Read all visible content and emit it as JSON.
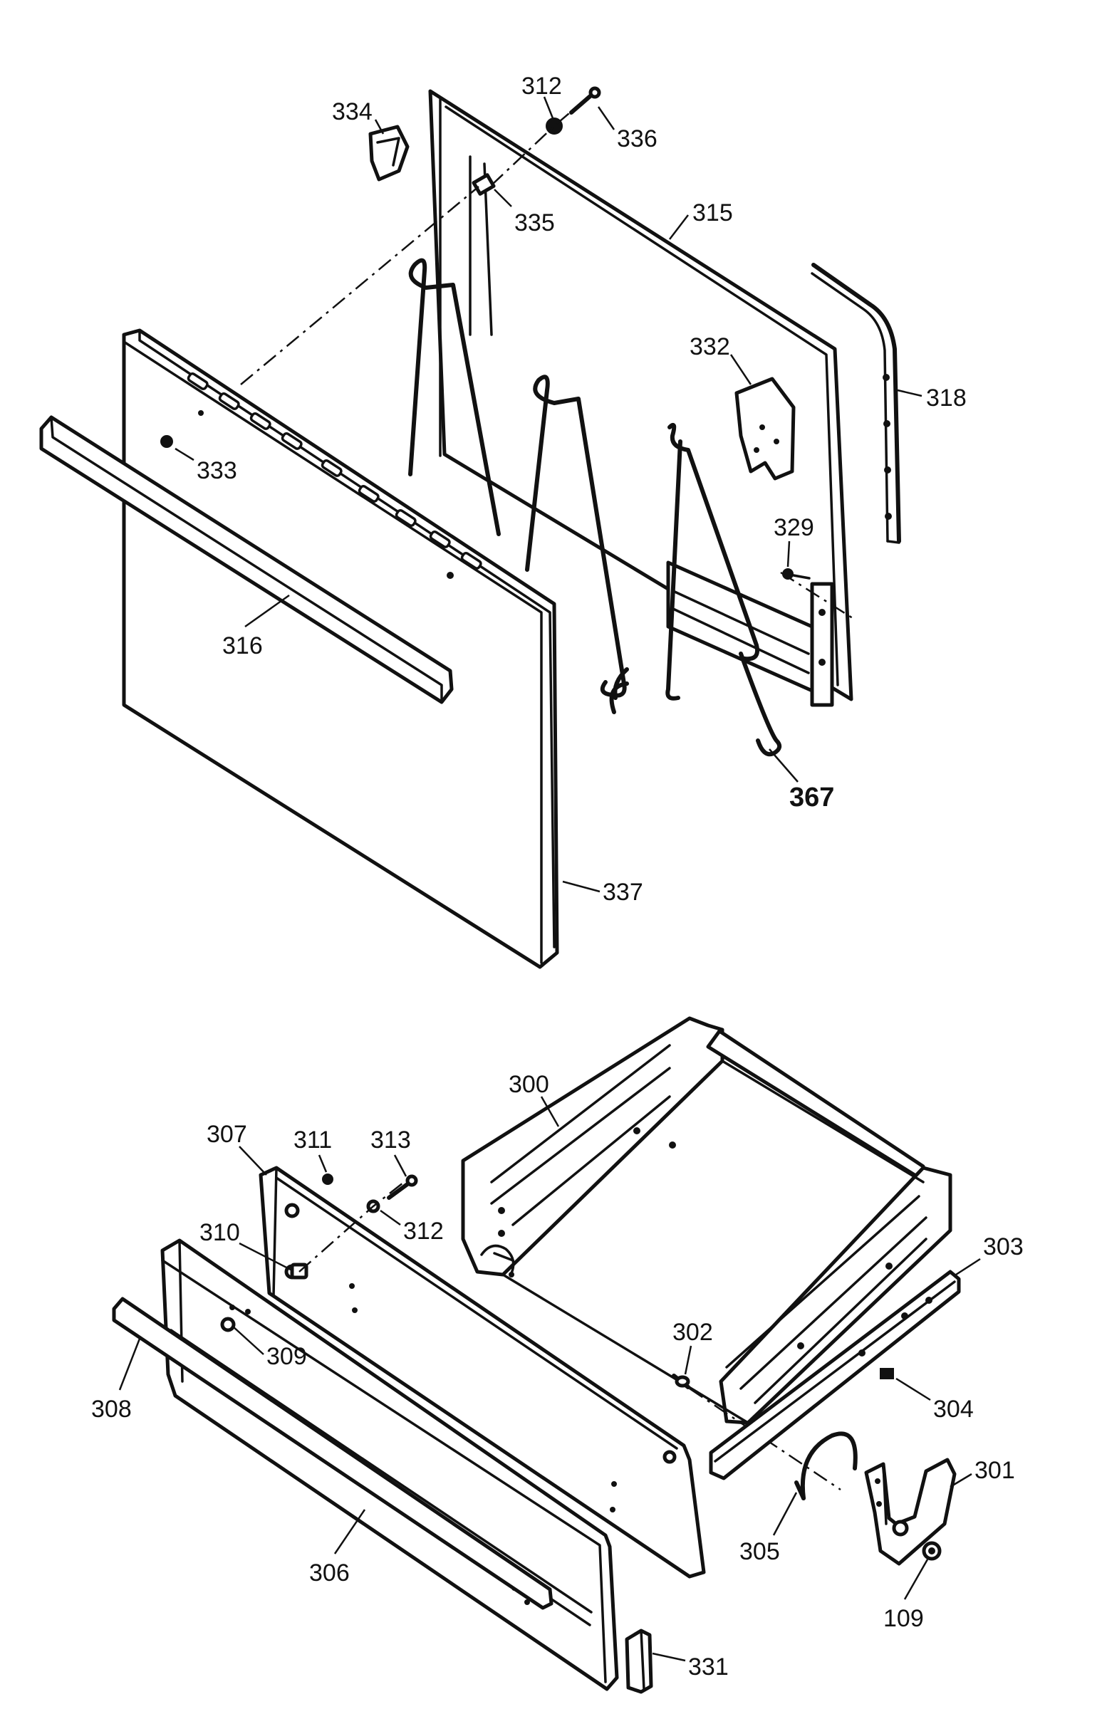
{
  "callouts": {
    "c312a": "312",
    "c334": "334",
    "c336": "336",
    "c335": "335",
    "c315": "315",
    "c332": "332",
    "c318": "318",
    "c333": "333",
    "c329": "329",
    "c316": "316",
    "c367": "367",
    "c337": "337",
    "c300": "300",
    "c307": "307",
    "c311": "311",
    "c313": "313",
    "c312b": "312",
    "c310": "310",
    "c303": "303",
    "c302": "302",
    "c309": "309",
    "c308": "308",
    "c304": "304",
    "c301": "301",
    "c305": "305",
    "c306": "306",
    "c109": "109",
    "c331": "331"
  }
}
